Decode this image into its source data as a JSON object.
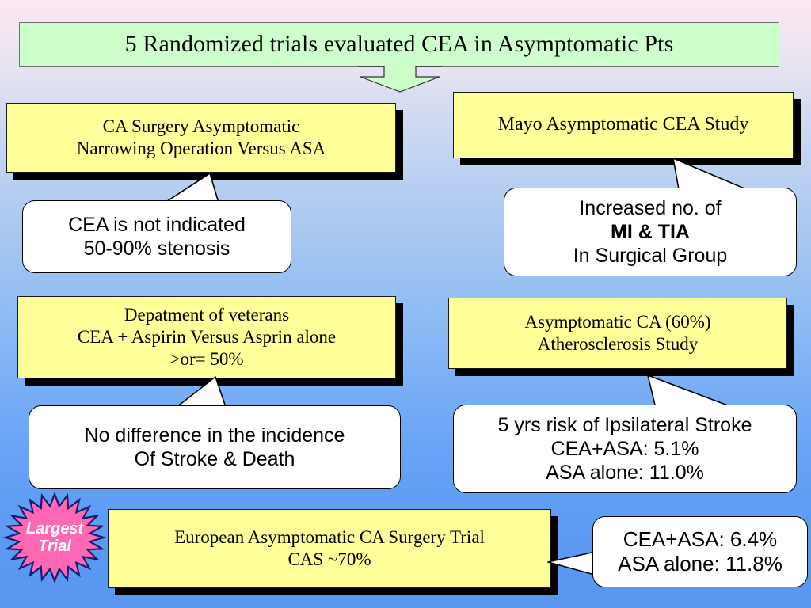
{
  "slide": {
    "title": "5 Randomized trials evaluated CEA in Asymptomatic Pts",
    "colors": {
      "title_box": "#CCFFCC",
      "study_box": "#FFFF99",
      "callout_box": "#FFFFFF",
      "starburst": "#FF69B4",
      "starburst_outline": "#1A1A6E",
      "background_top": "#FCE6F3",
      "background_bottom": "#5896F0",
      "shadow": "#000000"
    }
  },
  "studies": {
    "ca_surgery": {
      "lines": [
        "CA Surgery Asymptomatic",
        "Narrowing Operation Versus ASA"
      ]
    },
    "mayo": {
      "lines": [
        "Mayo Asymptomatic CEA Study"
      ]
    },
    "veterans": {
      "lines": [
        "Depatment of veterans",
        "CEA + Aspirin Versus Asprin alone",
        ">or= 50%"
      ]
    },
    "acas": {
      "lines": [
        "Asymptomatic CA (60%)",
        "Atherosclerosis Study"
      ]
    },
    "european": {
      "lines": [
        "European Asymptomatic CA Surgery Trial",
        "CAS ~70%"
      ]
    }
  },
  "results": {
    "ca_surgery_result": {
      "lines": [
        "CEA is not indicated",
        "50-90% stenosis"
      ]
    },
    "mayo_result": {
      "line1": "Increased no. of",
      "line2_bold": "MI & TIA",
      "line3": "In Surgical Group"
    },
    "veterans_result": {
      "lines": [
        "No difference in the incidence",
        "Of Stroke & Death"
      ]
    },
    "acas_result": {
      "lines": [
        "5 yrs risk of Ipsilateral Stroke",
        "CEA+ASA: 5.1%",
        "ASA alone: 11.0%"
      ]
    },
    "european_result": {
      "lines": [
        "CEA+ASA: 6.4%",
        "ASA alone: 11.8%"
      ]
    }
  },
  "badge": {
    "line1": "Largest",
    "line2": "Trial"
  }
}
